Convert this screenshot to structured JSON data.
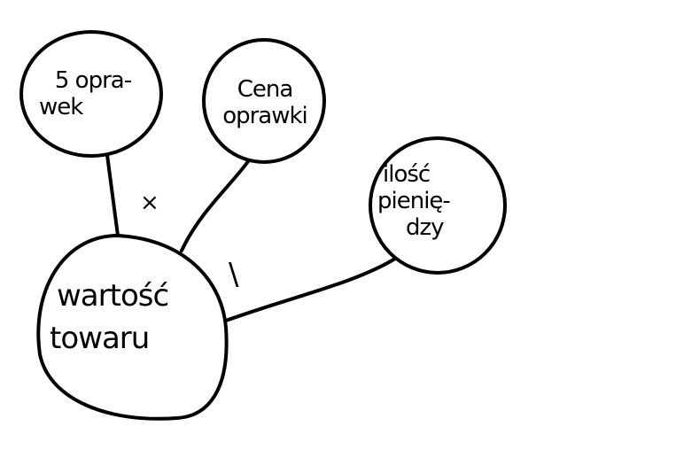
{
  "diagram": {
    "nodes": [
      {
        "id": "oprawek",
        "line1": "5 opra-",
        "line2": "wek"
      },
      {
        "id": "cena",
        "line1": "Cena",
        "line2": "oprawki"
      },
      {
        "id": "pieniedzy",
        "line1": "ilość",
        "line2": "pienię-",
        "line3": "dzy"
      },
      {
        "id": "wartosc",
        "line1": "wartość",
        "line2": "towaru"
      }
    ],
    "operators": {
      "multiply": "×",
      "divide": "\\"
    },
    "edges": [
      {
        "from": "oprawek",
        "to": "wartosc"
      },
      {
        "from": "cena",
        "to": "wartosc"
      },
      {
        "from": "pieniedzy",
        "to": "wartosc"
      }
    ]
  }
}
